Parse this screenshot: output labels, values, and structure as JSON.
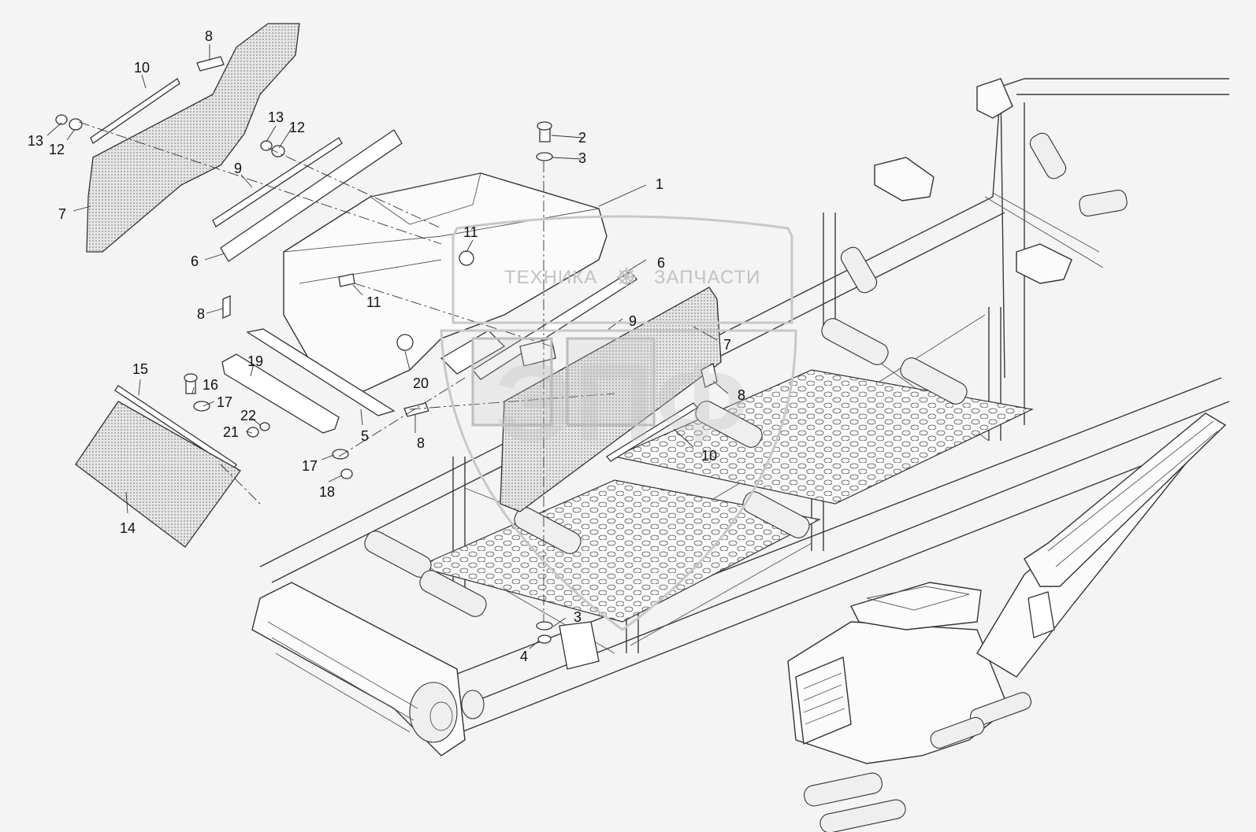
{
  "watermark": {
    "company": "ТЕХНИКА",
    "separator_icon": "gear-icon",
    "product": "ЗАПЧАСТИ",
    "logo_letters": "ЭПФ"
  },
  "callouts": [
    {
      "id": "c-8-top",
      "label": "8"
    },
    {
      "id": "c-10-top",
      "label": "10"
    },
    {
      "id": "c-13-left",
      "label": "13"
    },
    {
      "id": "c-12-left",
      "label": "12"
    },
    {
      "id": "c-13-mid",
      "label": "13"
    },
    {
      "id": "c-12-mid",
      "label": "12"
    },
    {
      "id": "c-9-top",
      "label": "9"
    },
    {
      "id": "c-7-left",
      "label": "7"
    },
    {
      "id": "c-6-left",
      "label": "6"
    },
    {
      "id": "c-2",
      "label": "2"
    },
    {
      "id": "c-3-top",
      "label": "3"
    },
    {
      "id": "c-1",
      "label": "1"
    },
    {
      "id": "c-11-top",
      "label": "11"
    },
    {
      "id": "c-11-bottom",
      "label": "11"
    },
    {
      "id": "c-6-right",
      "label": "6"
    },
    {
      "id": "c-9-right",
      "label": "9"
    },
    {
      "id": "c-7-right",
      "label": "7"
    },
    {
      "id": "c-8-left",
      "label": "8"
    },
    {
      "id": "c-8-right",
      "label": "8"
    },
    {
      "id": "c-20",
      "label": "20"
    },
    {
      "id": "c-19",
      "label": "19"
    },
    {
      "id": "c-15",
      "label": "15"
    },
    {
      "id": "c-16",
      "label": "16"
    },
    {
      "id": "c-17-top",
      "label": "17"
    },
    {
      "id": "c-22",
      "label": "22"
    },
    {
      "id": "c-21",
      "label": "21"
    },
    {
      "id": "c-5",
      "label": "5"
    },
    {
      "id": "c-8-bottom",
      "label": "8"
    },
    {
      "id": "c-10-right",
      "label": "10"
    },
    {
      "id": "c-17-bottom",
      "label": "17"
    },
    {
      "id": "c-18",
      "label": "18"
    },
    {
      "id": "c-14",
      "label": "14"
    },
    {
      "id": "c-3-bottom",
      "label": "3"
    },
    {
      "id": "c-4",
      "label": "4"
    }
  ]
}
